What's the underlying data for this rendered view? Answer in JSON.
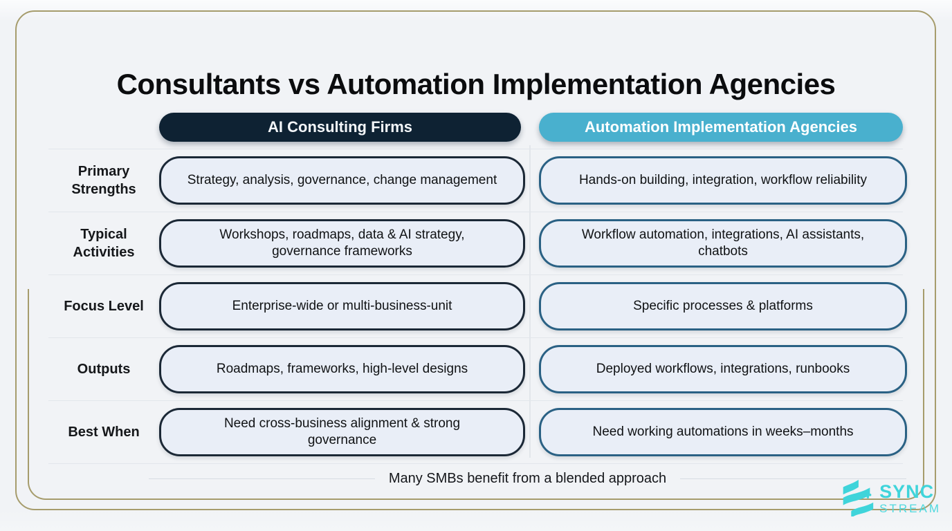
{
  "title": "Consultants vs Automation Implementation Agencies",
  "columns": [
    {
      "label": "AI Consulting Firms",
      "color": "#0e2233"
    },
    {
      "label": "Automation Implementation Agencies",
      "color": "#49b0ce"
    }
  ],
  "rows": [
    {
      "label": "Primary Strengths",
      "left": "Strategy, analysis, governance, change management",
      "right": "Hands-on building, integration, workflow reliability"
    },
    {
      "label": "Typical Activities",
      "left": "Workshops, roadmaps, data & AI strategy,\ngovernance frameworks",
      "right": "Workflow automation, integrations, AI assistants,\nchatbots"
    },
    {
      "label": "Focus Level",
      "left": "Enterprise-wide or multi-business-unit",
      "right": "Specific processes & platforms"
    },
    {
      "label": "Outputs",
      "left": "Roadmaps, frameworks, high-level designs",
      "right": "Deployed workflows, integrations, runbooks"
    },
    {
      "label": "Best When",
      "left": "Need cross-business alignment & strong\ngovernance",
      "right": "Need working automations in weeks–months"
    }
  ],
  "footer": {
    "note": "Many SMBs benefit from a blended approach"
  },
  "logo": {
    "line1": "SYNC",
    "line2": "STREAM",
    "icon": "sync-stream-logo-icon",
    "color": "#3fd4da"
  },
  "colors": {
    "frame_gold": "#a69c6c",
    "cell_fill": "#e9eef7",
    "cell_border_left": "#1b2836",
    "cell_border_right": "#2a6184",
    "header_dark": "#0e2233",
    "header_teal": "#49b0ce",
    "logo_cyan": "#3fd4da",
    "background": "#f1f3f6"
  }
}
